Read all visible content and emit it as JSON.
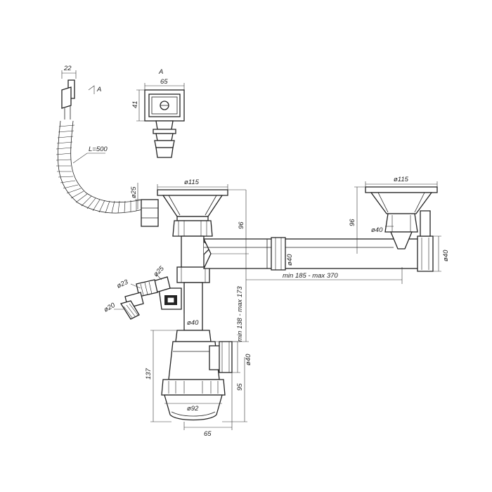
{
  "drawing": {
    "labels": {
      "d22": "22",
      "arrow_a": "A",
      "view_a": "A",
      "d65_top": "65",
      "d41": "41",
      "hose_length": "L=500",
      "d25_hose": "ø25",
      "d115_left": "ø115",
      "d115_right": "ø115",
      "d96_left": "96",
      "d96_right": "96",
      "d40_right_basket": "ø40",
      "d40_pipe": "ø40",
      "d40_right_end": "ø40",
      "span": "min 185 - max 370",
      "d25_inlet": "ø25",
      "d23": "ø23",
      "d20": "ø20",
      "height_range": "min 138 - max 173",
      "d40_trap_top": "ø40",
      "d137": "137",
      "d40_outlet": "ø40",
      "d95": "95",
      "d92": "ø92",
      "d65_bottom": "65"
    }
  }
}
